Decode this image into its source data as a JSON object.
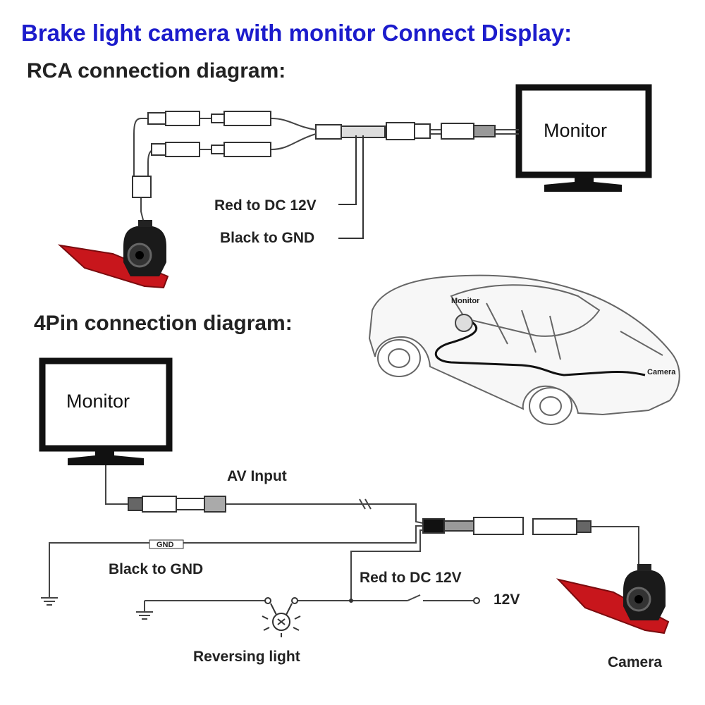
{
  "title": "Brake light camera with monitor Connect Display:",
  "rca": {
    "heading": "RCA  connection diagram:",
    "monitor_label": "Monitor",
    "red_label": "Red to DC 12V",
    "black_label": "Black to GND"
  },
  "fourpin": {
    "heading": "4Pin connection diagram:",
    "monitor_label": "Monitor",
    "av_input_label": "AV Input",
    "black_label": "Black to GND",
    "gnd_tag": "GND",
    "red_label": "Red to DC 12V",
    "v12_label": "12V",
    "reversing_label": "Reversing light",
    "camera_label": "Camera"
  },
  "car": {
    "monitor_label": "Monitor",
    "camera_label": "Camera"
  }
}
